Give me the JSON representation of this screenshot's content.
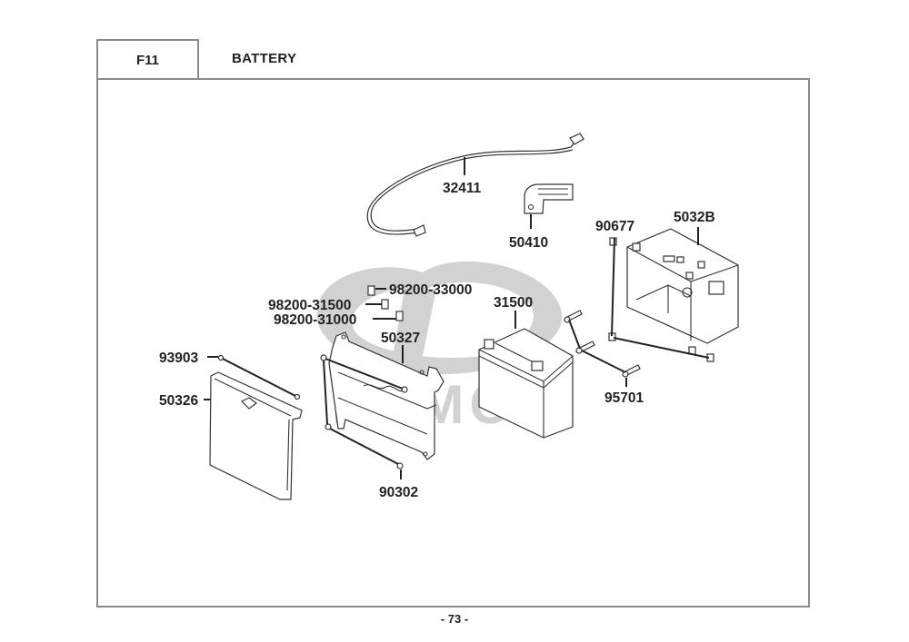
{
  "header": {
    "section_code": "F11",
    "title": "BATTERY"
  },
  "watermark": {
    "brand_text": "KYMCO",
    "color": "#d2d2d2"
  },
  "parts": [
    {
      "id": "32411",
      "label": "32411",
      "name": "battery-cable"
    },
    {
      "id": "50410",
      "label": "50410",
      "name": "terminal-bracket"
    },
    {
      "id": "90677",
      "label": "90677",
      "name": "clip-nut"
    },
    {
      "id": "5032B",
      "label": "5032B",
      "name": "battery-box"
    },
    {
      "id": "98200-33000",
      "label": "98200-33000",
      "name": "fuse-30a"
    },
    {
      "id": "98200-31500",
      "label": "98200-31500",
      "name": "fuse-15a"
    },
    {
      "id": "98200-31000",
      "label": "98200-31000",
      "name": "fuse-10a"
    },
    {
      "id": "31500",
      "label": "31500",
      "name": "battery"
    },
    {
      "id": "50327",
      "label": "50327",
      "name": "battery-bracket"
    },
    {
      "id": "93903",
      "label": "93903",
      "name": "screw"
    },
    {
      "id": "50326",
      "label": "50326",
      "name": "battery-cover"
    },
    {
      "id": "95701",
      "label": "95701",
      "name": "bolt"
    },
    {
      "id": "90302",
      "label": "90302",
      "name": "nut"
    }
  ],
  "footer": {
    "page_number": "- 73 -"
  },
  "colors": {
    "frame_border": "#8a8a8a",
    "text": "#222222",
    "line_art": "#333333"
  }
}
